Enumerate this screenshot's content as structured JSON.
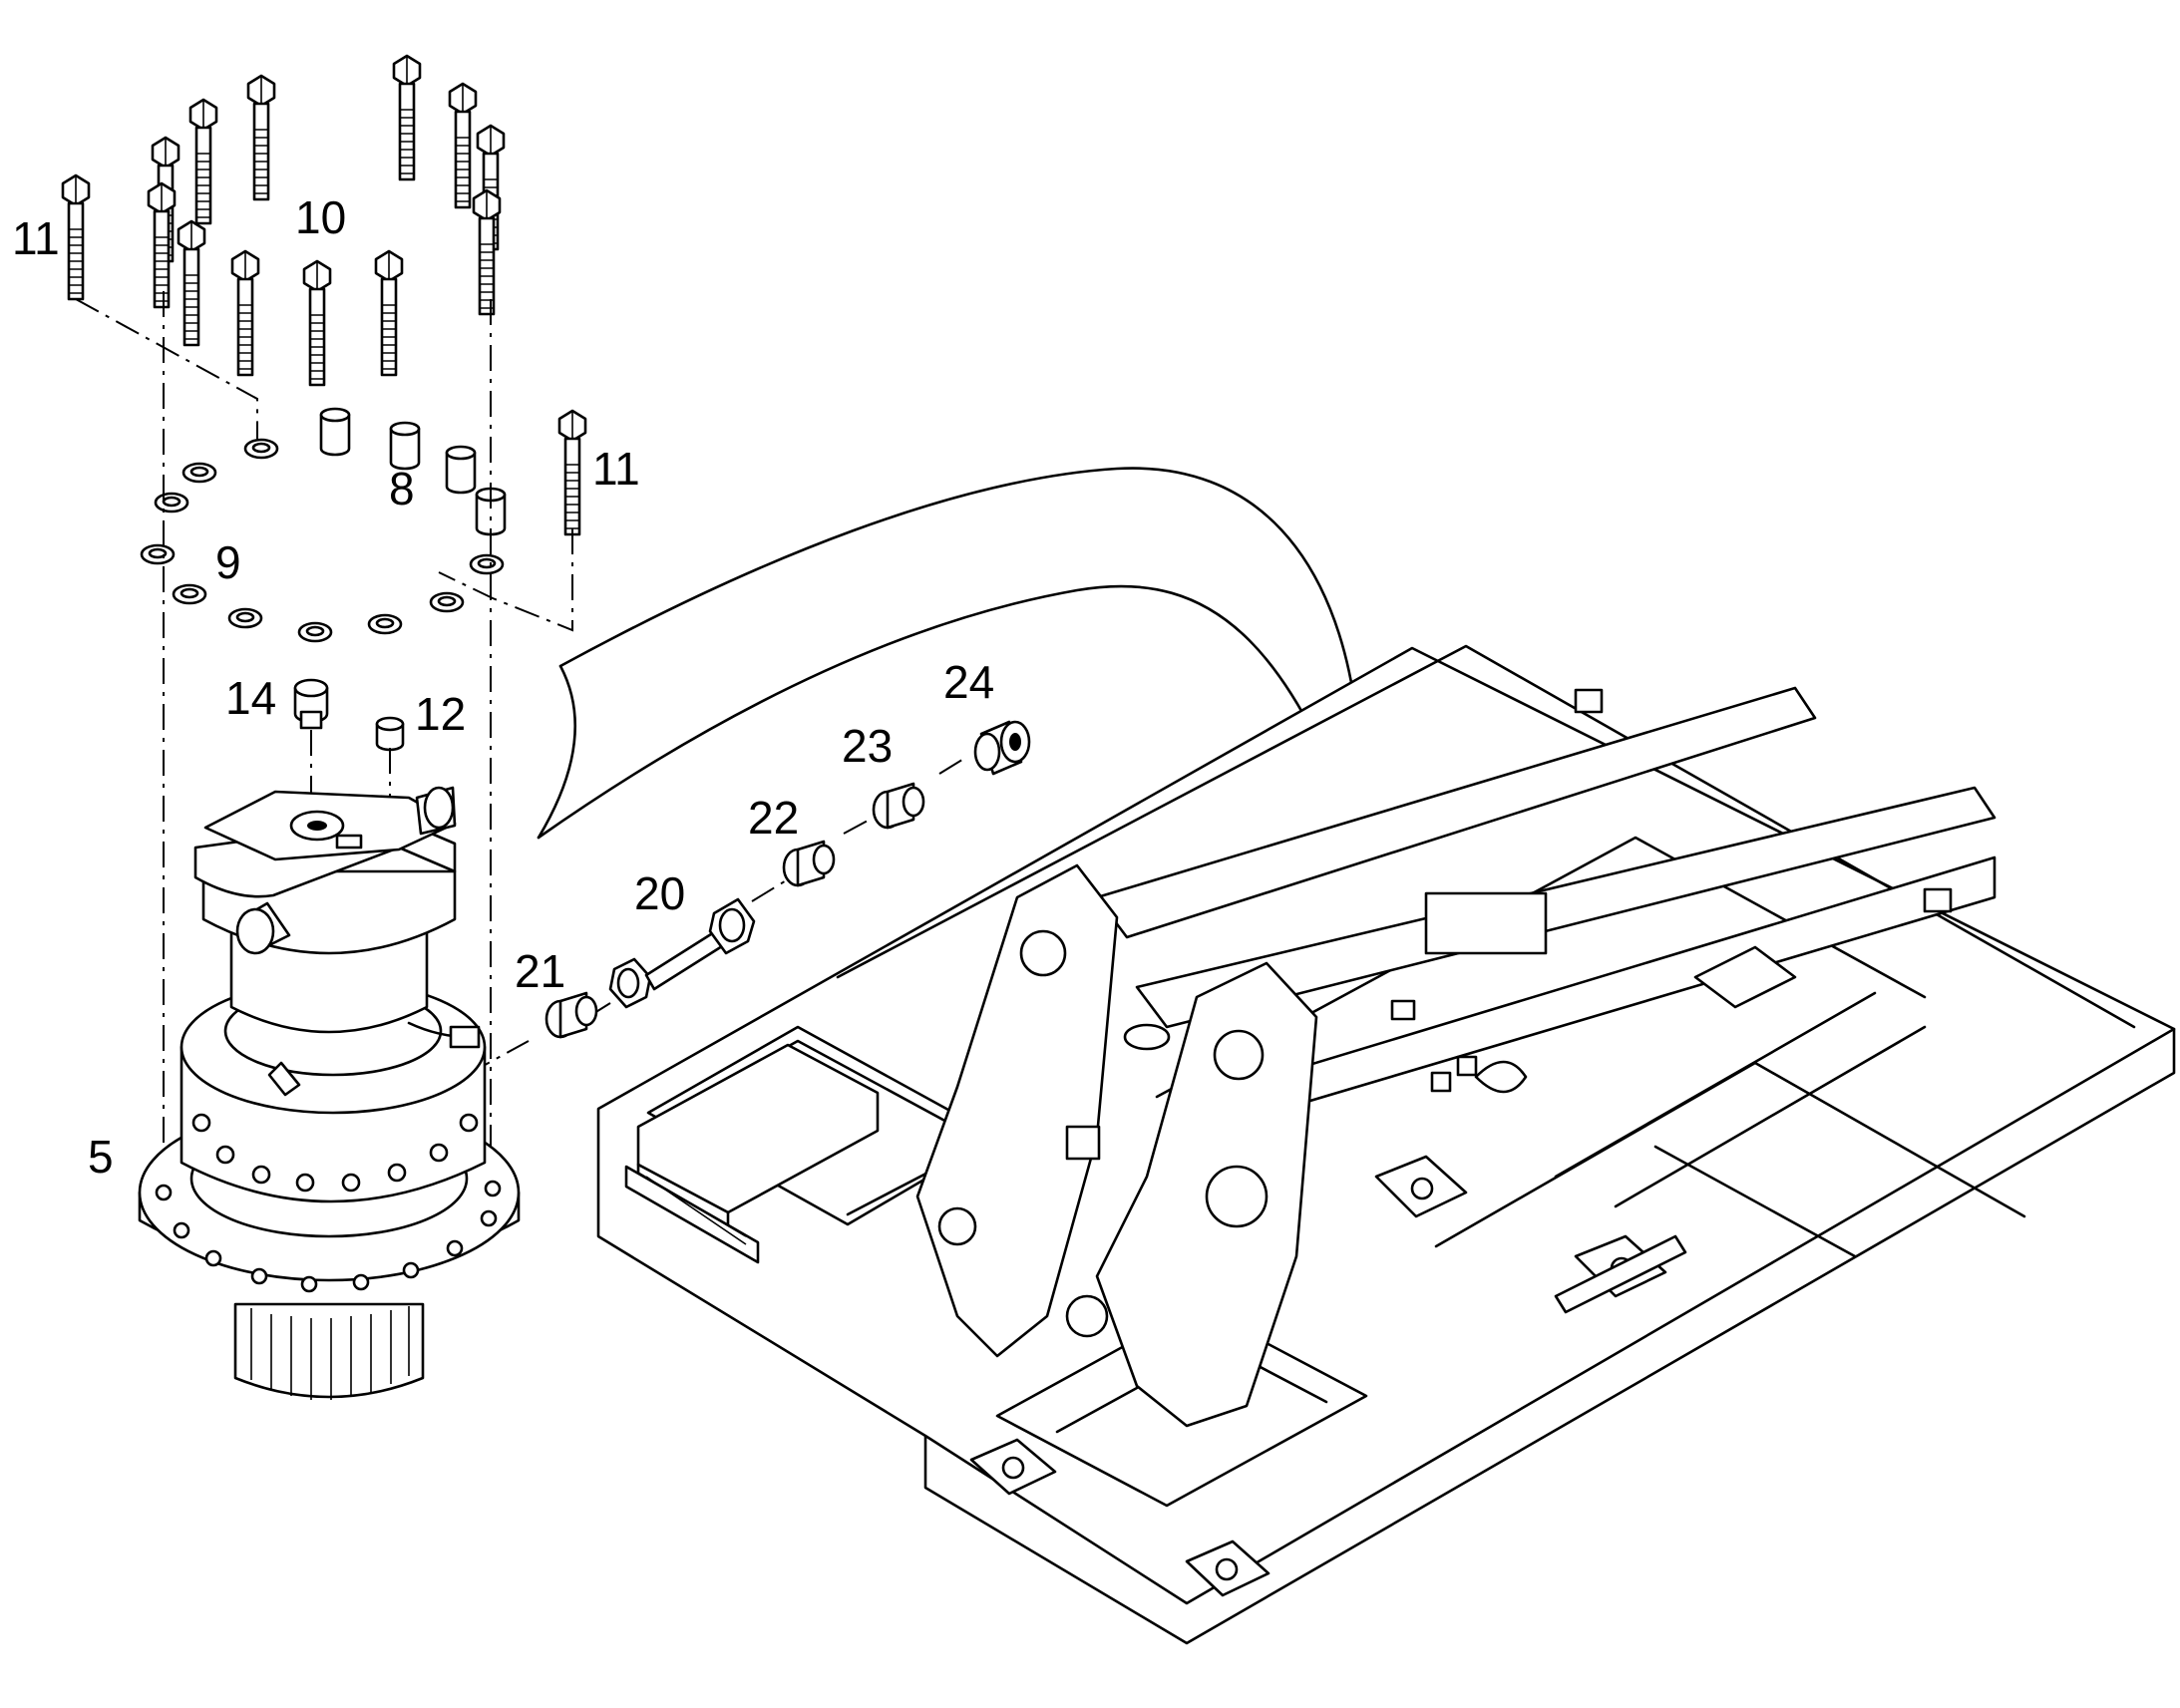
{
  "diagram": {
    "callouts": [
      {
        "id": "c11a",
        "text": "11"
      },
      {
        "id": "c10",
        "text": "10"
      },
      {
        "id": "c11b",
        "text": "11"
      },
      {
        "id": "c8",
        "text": "8"
      },
      {
        "id": "c9",
        "text": "9"
      },
      {
        "id": "c14",
        "text": "14"
      },
      {
        "id": "c12",
        "text": "12"
      },
      {
        "id": "c24",
        "text": "24"
      },
      {
        "id": "c23",
        "text": "23"
      },
      {
        "id": "c22",
        "text": "22"
      },
      {
        "id": "c20",
        "text": "20"
      },
      {
        "id": "c21",
        "text": "21"
      },
      {
        "id": "c5",
        "text": "5"
      }
    ]
  }
}
